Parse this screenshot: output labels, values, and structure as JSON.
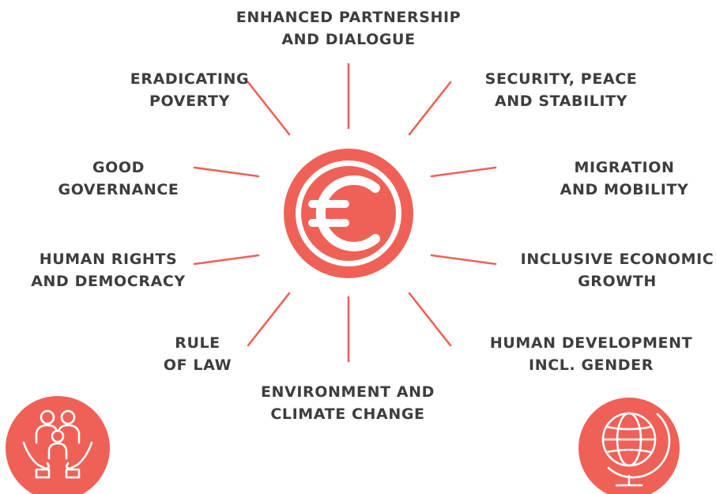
{
  "diagram": {
    "center_icon": "euro-icon",
    "accent_color": "#ef6157",
    "text_color": "#3d3d3d",
    "labels": {
      "top": [
        "ENHANCED PARTNERSHIP",
        "AND DIALOGUE"
      ],
      "top_left": [
        "ERADICATING",
        "POVERTY"
      ],
      "top_right": [
        "SECURITY, PEACE",
        "AND STABILITY"
      ],
      "mid_left_1": [
        "GOOD",
        "GOVERNANCE"
      ],
      "mid_right_1": [
        "MIGRATION",
        "AND MOBILITY"
      ],
      "mid_left_2": [
        "HUMAN RIGHTS",
        "AND DEMOCRACY"
      ],
      "mid_right_2": [
        "INCLUSIVE ECONOMIC",
        "GROWTH"
      ],
      "bottom_left": [
        "RULE",
        "OF LAW"
      ],
      "bottom_right": [
        "HUMAN DEVELOPMENT",
        "INCL. GENDER"
      ],
      "bottom": [
        "ENVIRONMENT AND",
        "CLIMATE CHANGE"
      ]
    },
    "corner_icons": {
      "left": "family-in-hands-icon",
      "right": "globe-icon"
    }
  }
}
